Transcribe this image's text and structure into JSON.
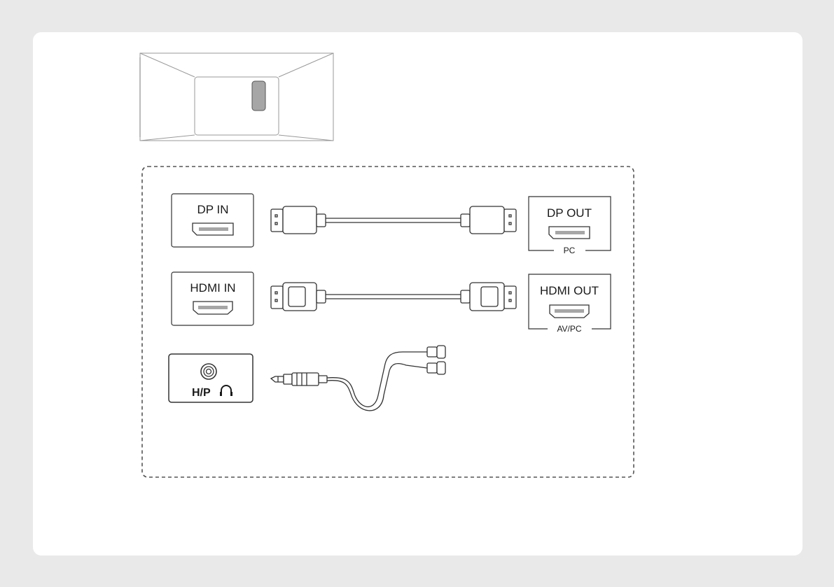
{
  "monitor_inputs": {
    "dp_in": "DP IN",
    "hdmi_in": "HDMI IN",
    "headphone": "H/P"
  },
  "source_outputs": {
    "dp_out": "DP OUT",
    "dp_out_device": "PC",
    "hdmi_out": "HDMI OUT",
    "hdmi_out_device": "AV/PC"
  },
  "icons": {
    "monitor_back": "monitor-rear-panel-icon",
    "dp_port": "displayport-port-icon",
    "hdmi_port": "hdmi-port-icon",
    "headphone_jack": "headphone-jack-icon",
    "headphone_symbol": "headphone-icon",
    "dp_cable": "displayport-cable-icon",
    "hdmi_cable": "hdmi-cable-icon",
    "audio_cable": "audio-split-cable-icon"
  },
  "colors": {
    "page_bg": "#e9e9e9",
    "card_bg": "#ffffff",
    "line": "#333333",
    "port_fill": "#a6a6a6"
  }
}
